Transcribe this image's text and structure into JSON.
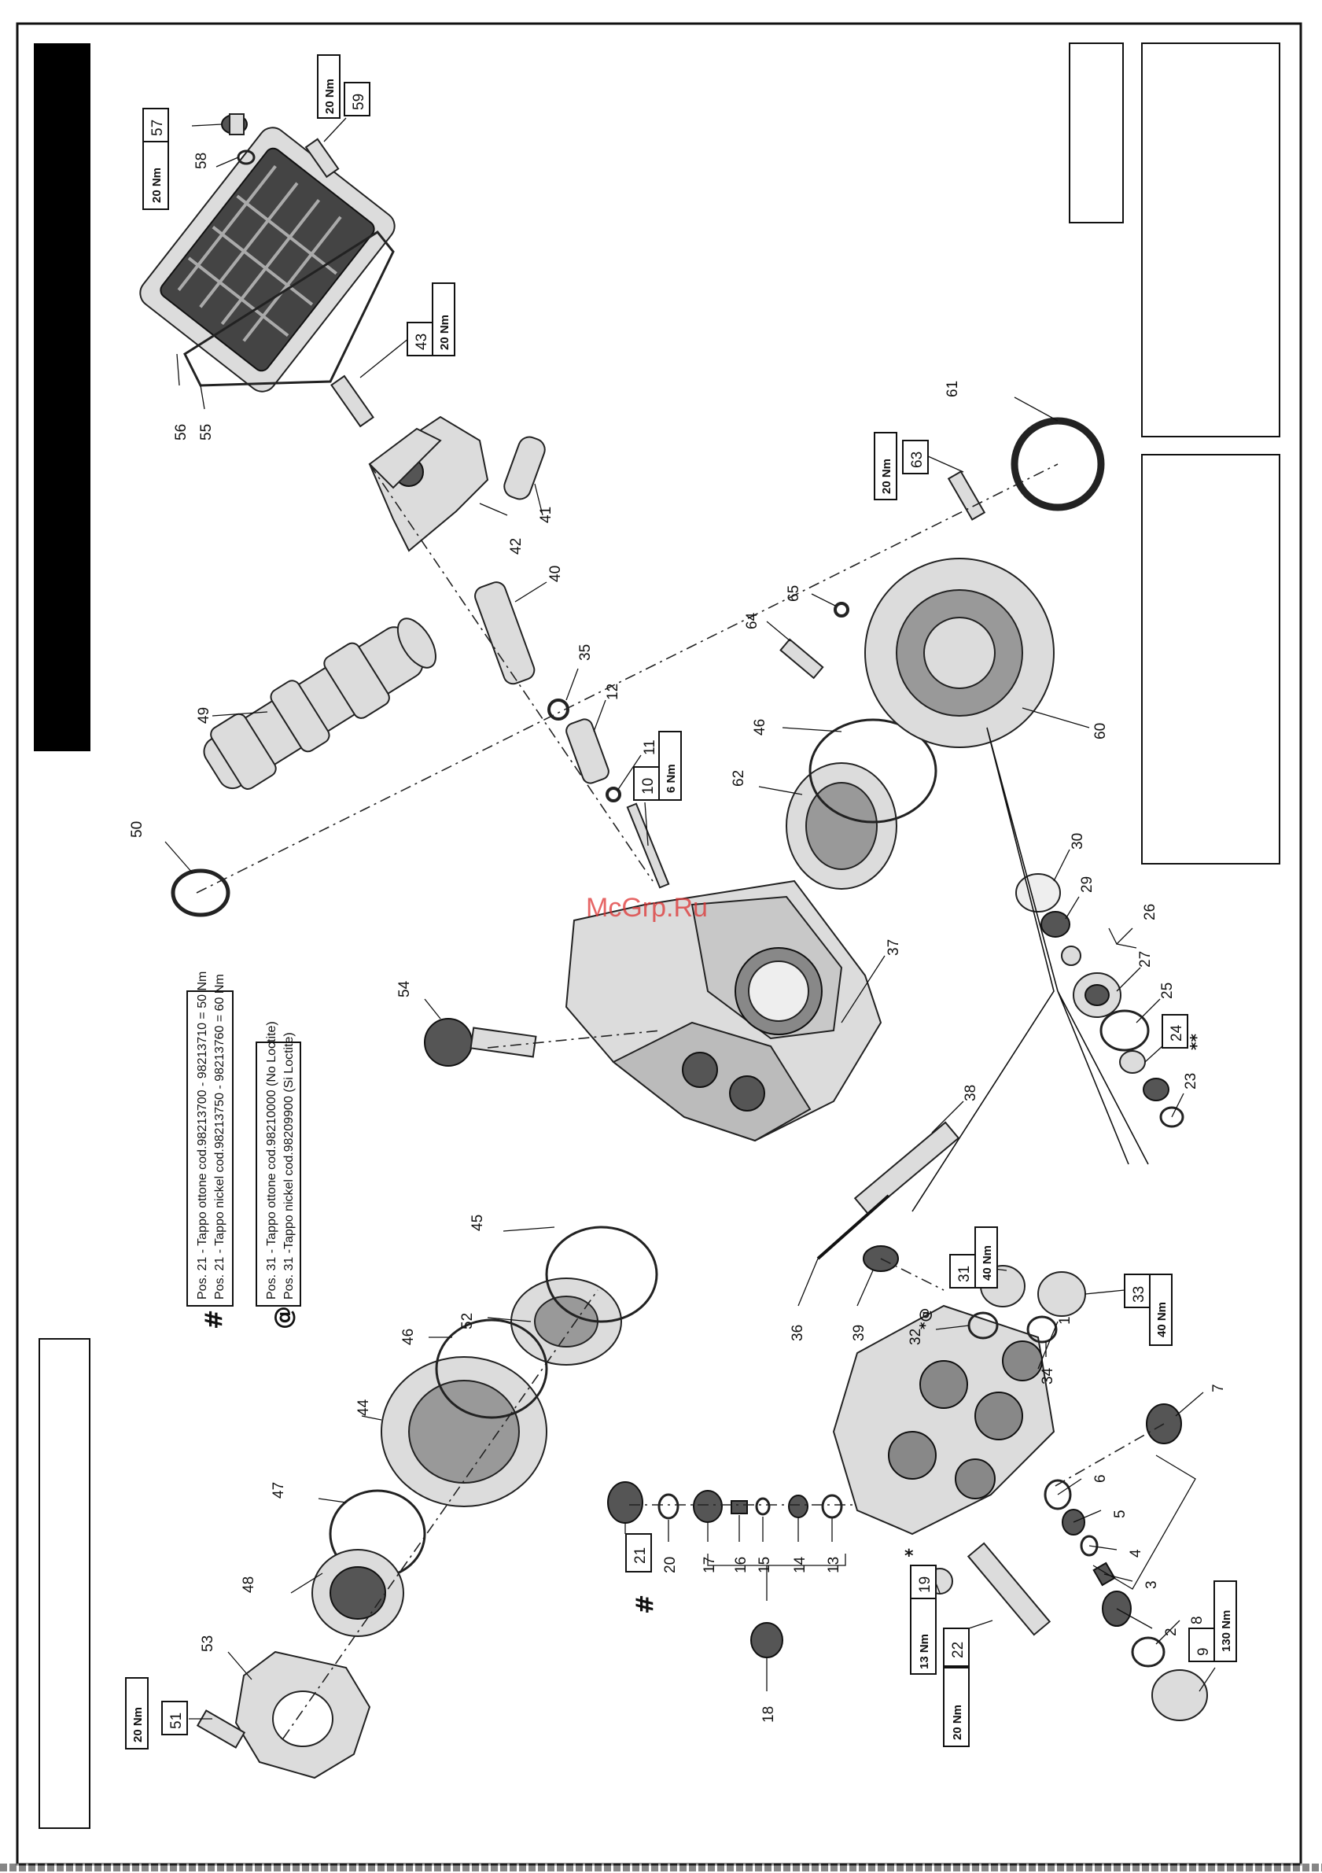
{
  "watermark": "McGrp.Ru",
  "notes": {
    "hash_symbol": "#",
    "hash_line1": "Pos. 21 - Tappo ottone cod.98213700 - 98213710 = 50 Nm",
    "hash_line2": "Pos. 21 - Tappo nickel cod.98213750 - 98213760 = 60 Nm",
    "at_symbol": "@",
    "at_line1": "Pos. 31 - Tappo ottone cod.98210000 (No Loctite)",
    "at_line2": "Pos. 31 -Tappo nickel cod.98209900 (Si Loctite)"
  },
  "parts": [
    {
      "n": "1"
    },
    {
      "n": "2"
    },
    {
      "n": "3"
    },
    {
      "n": "4"
    },
    {
      "n": "5"
    },
    {
      "n": "6"
    },
    {
      "n": "7"
    },
    {
      "n": "8"
    },
    {
      "n": "9",
      "boxed": true,
      "torque": "130 Nm"
    },
    {
      "n": "10",
      "boxed": true,
      "torque": "6 Nm"
    },
    {
      "n": "11"
    },
    {
      "n": "12"
    },
    {
      "n": "13"
    },
    {
      "n": "14"
    },
    {
      "n": "15"
    },
    {
      "n": "16"
    },
    {
      "n": "17"
    },
    {
      "n": "18"
    },
    {
      "n": "19",
      "boxed": true,
      "torque": "13 Nm",
      "mark": "*"
    },
    {
      "n": "20"
    },
    {
      "n": "21",
      "boxed": true,
      "mark": "#"
    },
    {
      "n": "22",
      "boxed": true,
      "torque": "20 Nm"
    },
    {
      "n": "23",
      "mark": "**"
    },
    {
      "n": "24",
      "boxed": true
    },
    {
      "n": "25"
    },
    {
      "n": "26"
    },
    {
      "n": "27"
    },
    {
      "n": "29"
    },
    {
      "n": "30"
    },
    {
      "n": "31",
      "boxed": true,
      "torque": "40 Nm",
      "mark": "*@"
    },
    {
      "n": "32"
    },
    {
      "n": "33",
      "boxed": true,
      "torque": "40 Nm"
    },
    {
      "n": "34"
    },
    {
      "n": "35"
    },
    {
      "n": "36"
    },
    {
      "n": "37"
    },
    {
      "n": "38"
    },
    {
      "n": "39"
    },
    {
      "n": "40"
    },
    {
      "n": "41"
    },
    {
      "n": "42"
    },
    {
      "n": "43",
      "boxed": true,
      "torque": "20 Nm"
    },
    {
      "n": "44"
    },
    {
      "n": "45"
    },
    {
      "n": "46"
    },
    {
      "n": "46"
    },
    {
      "n": "47"
    },
    {
      "n": "48"
    },
    {
      "n": "49"
    },
    {
      "n": "50"
    },
    {
      "n": "51",
      "boxed": true,
      "torque": "20 Nm"
    },
    {
      "n": "52"
    },
    {
      "n": "53"
    },
    {
      "n": "54"
    },
    {
      "n": "55"
    },
    {
      "n": "56"
    },
    {
      "n": "57",
      "boxed": true,
      "torque": "20 Nm"
    },
    {
      "n": "58"
    },
    {
      "n": "59",
      "boxed": true,
      "torque": "20 Nm"
    },
    {
      "n": "60"
    },
    {
      "n": "61"
    },
    {
      "n": "62"
    },
    {
      "n": "63",
      "boxed": true,
      "torque": "20 Nm"
    },
    {
      "n": "64"
    },
    {
      "n": "65"
    }
  ]
}
